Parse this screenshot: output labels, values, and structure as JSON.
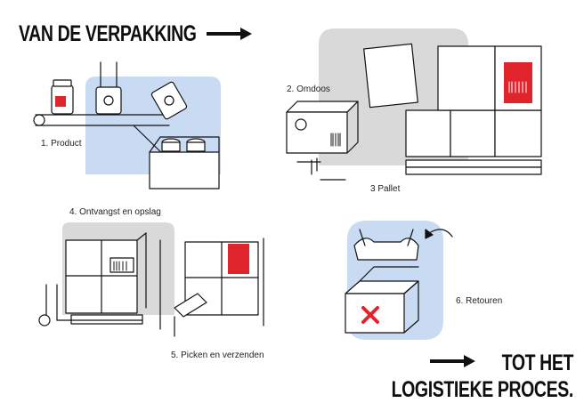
{
  "title_top": "VAN DE VERPAKKING",
  "title_bottom": [
    "TOT HET",
    "LOGISTIEKE PROCES."
  ],
  "steps": [
    {
      "label": "1. Product"
    },
    {
      "label": "2. Omdoos"
    },
    {
      "label": "3  Pallet"
    },
    {
      "label": "4. Ontvangst en opslag"
    },
    {
      "label": "5. Picken en verzenden"
    },
    {
      "label": "6. Retouren"
    }
  ],
  "colors": {
    "ink": "#111111",
    "blue_highlight": "#c9daf3",
    "grey_highlight": "#d9d9d9",
    "label_red": "#e0242b",
    "cross_red": "#e0242b"
  },
  "icons": [
    "arrow-right-icon",
    "barcode-icon",
    "return-arrow-icon",
    "cross-icon"
  ]
}
